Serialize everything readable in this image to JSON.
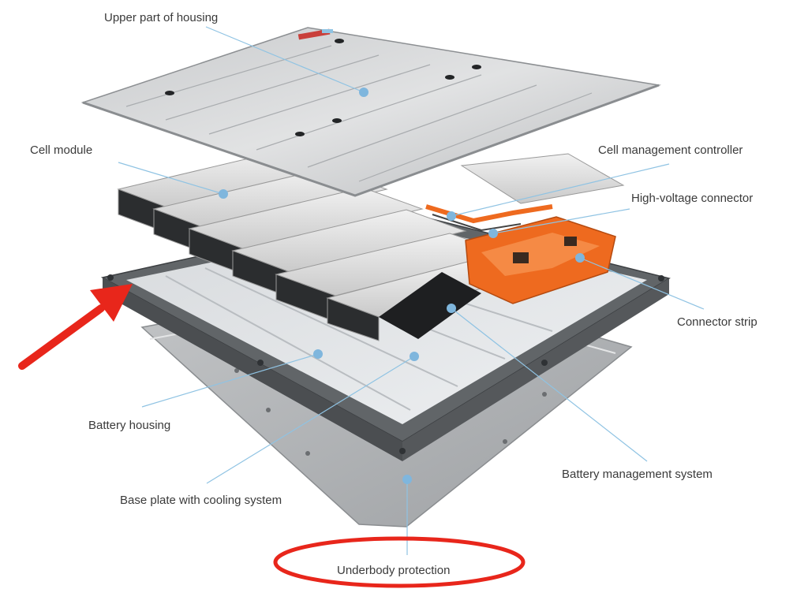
{
  "labels": {
    "upper_housing": "Upper part of housing",
    "cell_module": "Cell module",
    "cell_mgmt_controller": "Cell management controller",
    "hv_connector": "High-voltage connector",
    "connector_strip": "Connector strip",
    "battery_housing": "Battery housing",
    "battery_mgmt_system": "Battery management system",
    "base_plate": "Base plate with cooling system",
    "underbody": "Underbody protection"
  },
  "colors": {
    "leader_line": "#8fc3e3",
    "marker_dot": "#7fb6dd",
    "annotation_red": "#e8261b",
    "connector_orange": "#ee6a1f"
  }
}
